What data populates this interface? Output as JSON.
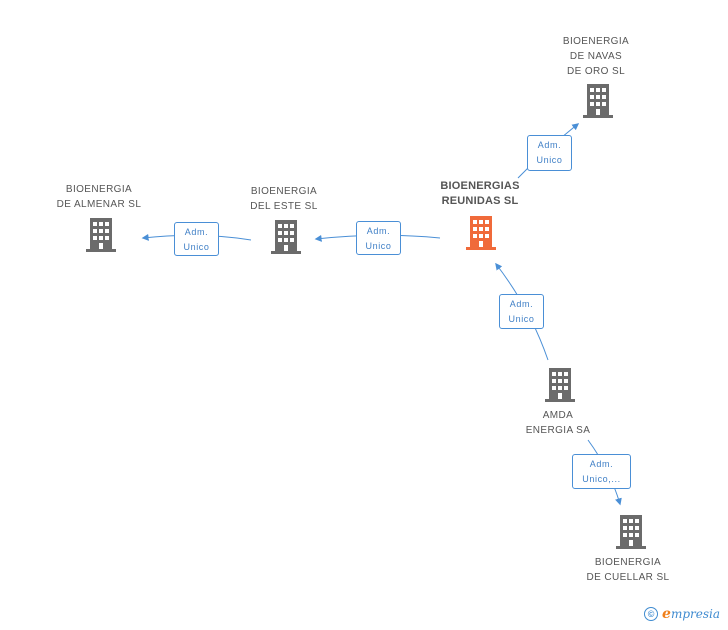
{
  "colors": {
    "main_node": "#f06a3a",
    "node": "#6b6b6b",
    "edge": "#4a8fd6",
    "text": "#555555"
  },
  "nodes": {
    "main": {
      "line1": "BIOENERGIAS",
      "line2": "REUNIDAS SL",
      "icon": "building-icon"
    },
    "navas": {
      "line1": "BIOENERGIA",
      "line2": "DE NAVAS",
      "line3": "DE ORO SL",
      "icon": "building-icon"
    },
    "este": {
      "line1": "BIOENERGIA",
      "line2": "DEL ESTE SL",
      "icon": "building-icon"
    },
    "almenar": {
      "line1": "BIOENERGIA",
      "line2": "DE ALMENAR SL",
      "icon": "building-icon"
    },
    "amda": {
      "line1": "AMDA",
      "line2": "ENERGIA SA",
      "icon": "building-icon"
    },
    "cuellar": {
      "line1": "BIOENERGIA",
      "line2": "DE CUELLAR SL",
      "icon": "building-icon"
    }
  },
  "roles": {
    "to_navas": {
      "line1": "Adm.",
      "line2": "Unico"
    },
    "to_este": {
      "line1": "Adm.",
      "line2": "Unico"
    },
    "to_almenar": {
      "line1": "Adm.",
      "line2": "Unico"
    },
    "from_amda": {
      "line1": "Adm.",
      "line2": "Unico"
    },
    "to_cuellar": {
      "line1": "Adm.",
      "line2": "Unico,..."
    }
  },
  "footer": {
    "symbol": "©",
    "brand_first": "e",
    "brand_rest": "mpresia"
  }
}
